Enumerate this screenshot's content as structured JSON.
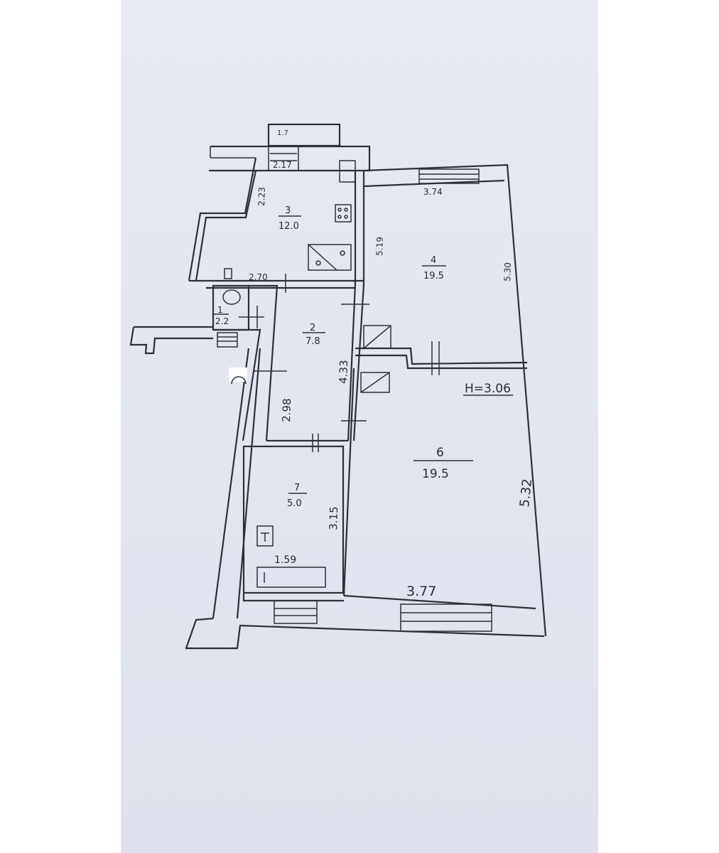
{
  "plan": {
    "ceiling_height": "H=3.06",
    "rooms": [
      {
        "id": "room-3",
        "number": "3",
        "area": "12.0"
      },
      {
        "id": "room-4",
        "number": "4",
        "area": "19.5"
      },
      {
        "id": "room-2",
        "number": "2",
        "area": "7.8"
      },
      {
        "id": "room-1",
        "number": "1",
        "area": "2.2"
      },
      {
        "id": "room-6",
        "number": "6",
        "area": "19.5"
      },
      {
        "id": "room-7",
        "number": "7",
        "area": "5.0"
      }
    ],
    "dimensions": {
      "top_small": "1.7",
      "kitchen_top": "2.17",
      "kitchen_left": "2.23",
      "kitchen_bottom": "2.70",
      "room4_top": "3.74",
      "room4_left": "5.19",
      "room4_right": "5.30",
      "hall_right": "4.33",
      "hall_left": "2.98",
      "room7_right": "3.15",
      "bath": "1.59",
      "room6_right": "5.32",
      "room6_bottom": "3.77"
    }
  }
}
